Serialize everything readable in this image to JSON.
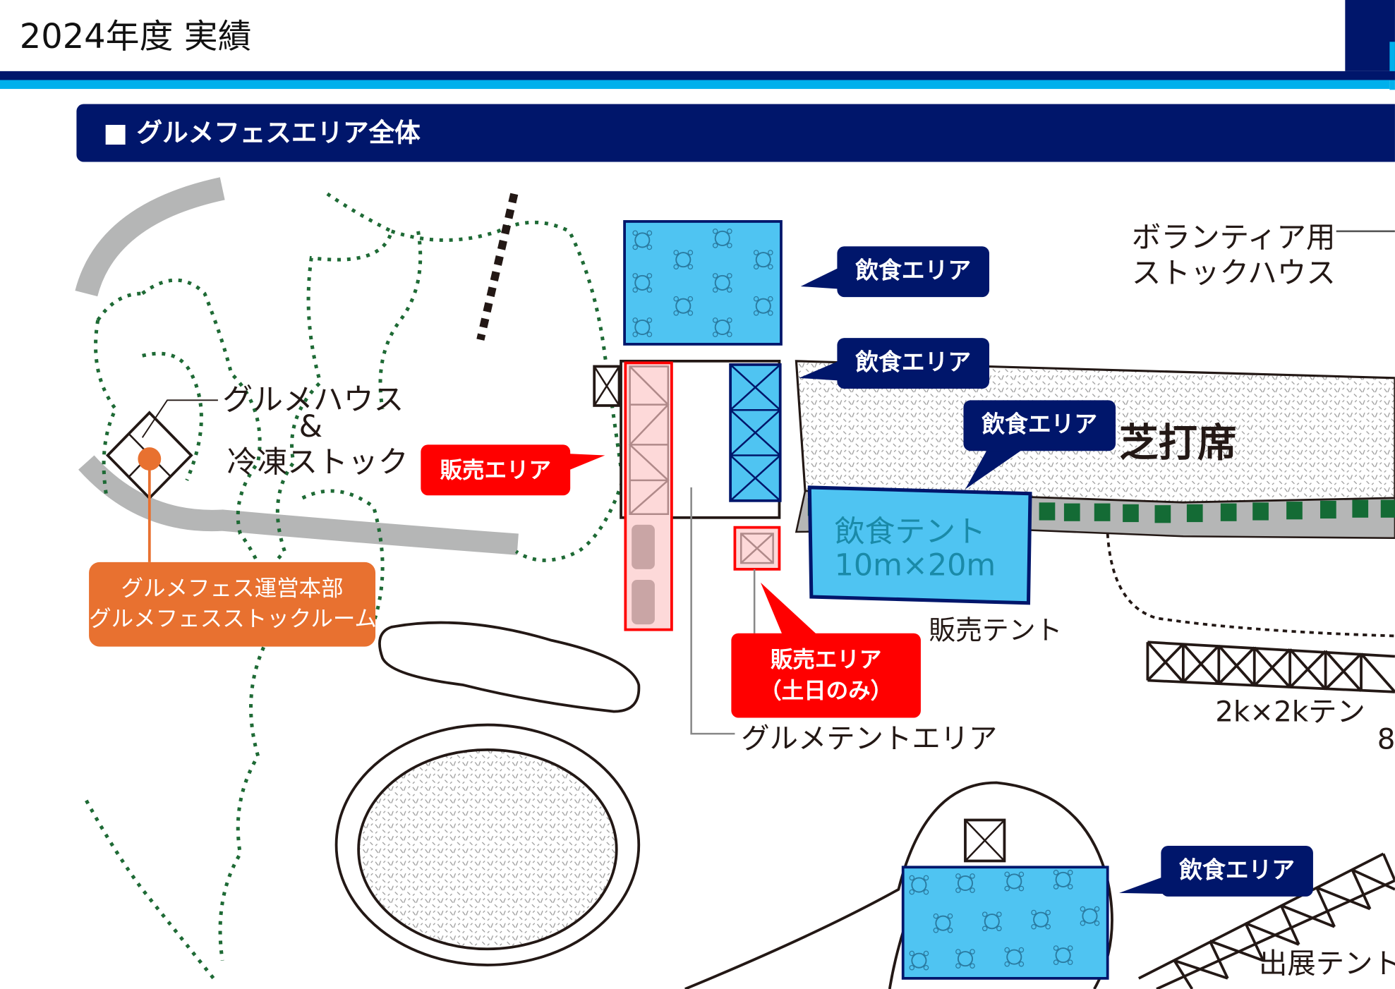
{
  "header": {
    "title": "2024年度 実績"
  },
  "section": {
    "title": "■ グルメフェスエリア全体"
  },
  "map": {
    "callouts": {
      "dining_1": "飲食エリア",
      "dining_2": "飲食エリア",
      "dining_3": "飲食エリア",
      "dining_4": "飲食エリア",
      "sales": "販売エリア",
      "sales_weekend_line1": "販売エリア",
      "sales_weekend_line2": "（土日のみ）"
    },
    "hq": {
      "line1": "グルメフェス運営本部",
      "line2": "グルメフェスストックルーム"
    },
    "gourmet_house": {
      "line1": "グルメハウス",
      "line2": "&",
      "line3": "冷凍ストック"
    },
    "volunteer": {
      "line1": "ボランティア用",
      "line2": "ストックハウス"
    },
    "turf": "芝打席",
    "dining_tent": {
      "line1": "飲食テント",
      "line2": "10m×20m"
    },
    "gourmet_tent_area": "グルメテントエリア",
    "sales_tent": "販売テント",
    "tent_2k": "2k×2kテン",
    "tent_2k_count": "8",
    "exhibit_tent": "出展テント"
  },
  "colors": {
    "navy": "#00166b",
    "cyan": "#00b0ec",
    "dining": "#4fc4f2",
    "sales": "#ff0000",
    "hq": "#e87130"
  }
}
